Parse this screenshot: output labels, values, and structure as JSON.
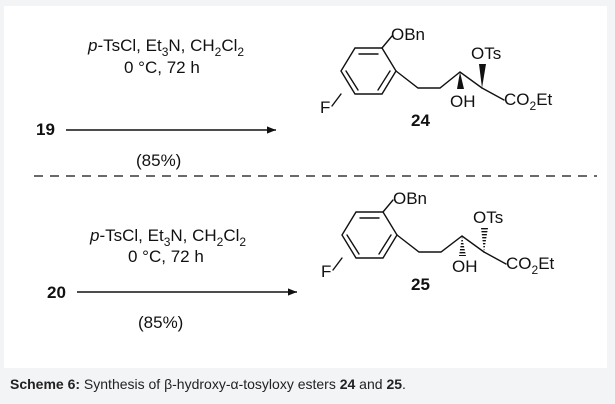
{
  "reactions": [
    {
      "reactant_label": "19",
      "reagent_prefix": "p",
      "reagent_tscl": "-TsCl, Et",
      "reagent_et_sub": "3",
      "reagent_n": "N, CH",
      "reagent_ch_sub": "2",
      "reagent_cl": "Cl",
      "reagent_cl_sub": "2",
      "conditions": "0 °C, 72 h",
      "yield": "(85%)",
      "product": {
        "label": "24",
        "obn": "OBn",
        "f": "F",
        "ots": "OTs",
        "co2et_co": "CO",
        "co2et_sub": "2",
        "co2et_et": "Et",
        "oh": "OH"
      }
    },
    {
      "reactant_label": "20",
      "reagent_prefix": "p",
      "reagent_tscl": "-TsCl, Et",
      "reagent_et_sub": "3",
      "reagent_n": "N, CH",
      "reagent_ch_sub": "2",
      "reagent_cl": "Cl",
      "reagent_cl_sub": "2",
      "conditions": "0 °C, 72 h",
      "yield": "(85%)",
      "product": {
        "label": "25",
        "obn": "OBn",
        "f": "F",
        "ots": "OTs",
        "co2et_co": "CO",
        "co2et_sub": "2",
        "co2et_et": "Et",
        "oh": "OH"
      }
    }
  ],
  "caption": {
    "prefix": "Scheme 6:",
    "text1": " Synthesis of β-hydroxy-α-tosyloxy esters ",
    "c1": "24",
    "text2": " and ",
    "c2": "25",
    "text3": "."
  }
}
